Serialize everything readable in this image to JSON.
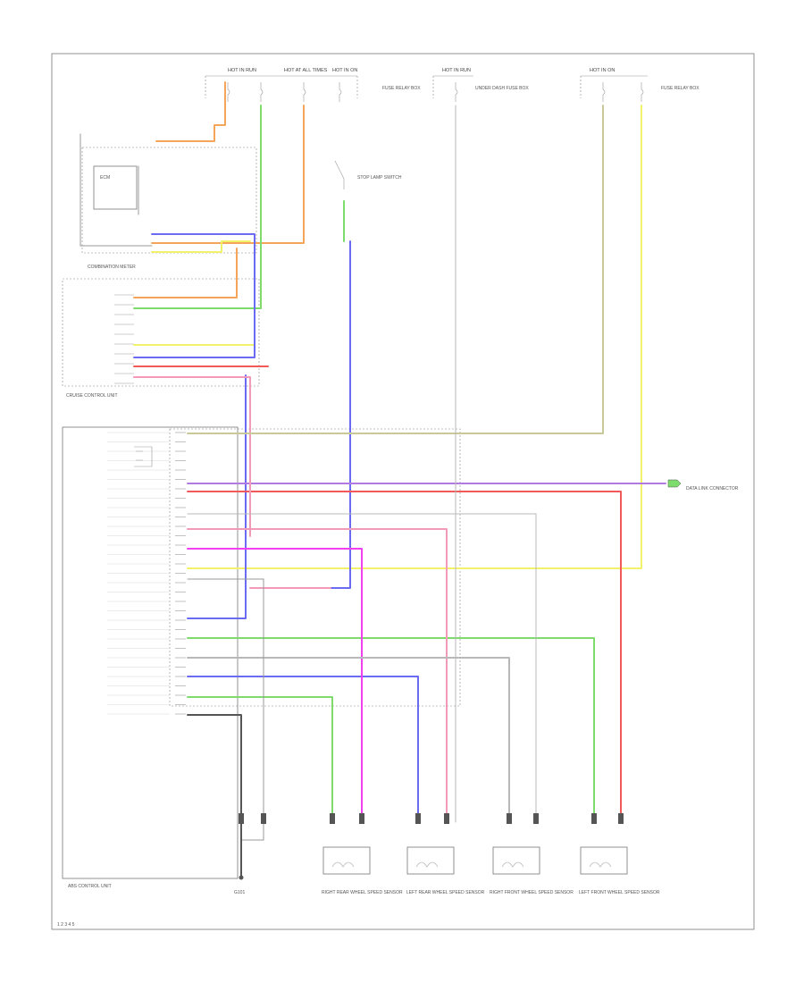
{
  "colors": {
    "orange": "#f5a55a",
    "green": "#7ddc6c",
    "yellow": "#f2f26a",
    "blue": "#6a6af2",
    "violet": "#b07ae0",
    "pink": "#f29ab8",
    "red": "#f25a5a",
    "magenta": "#f040f0",
    "olive": "#c8c898",
    "gray": "#b8b8b8",
    "black": "#444444",
    "frame": "#777777"
  },
  "fuse_headers": [
    "HOT IN RUN",
    "HOT AT ALL TIMES",
    "HOT IN ON",
    "HOT IN RUN",
    "HOT IN ON"
  ],
  "fuse_notes": [
    "FUSE RELAY BOX",
    "UNDER DASH FUSE BOX",
    "FUSE RELAY BOX"
  ],
  "labels": {
    "combination_meter": "COMBINATION METER",
    "ecm": "ECM",
    "cruise_control_unit": "CRUISE CONTROL UNIT",
    "stop_switch": "STOP LAMP SWITCH",
    "data_link": "DATA LINK CONNECTOR",
    "abs_unit": "ABS CONTROL UNIT",
    "ground": "G101",
    "sensor_1": "RIGHT REAR WHEEL SPEED SENSOR",
    "sensor_2": "LEFT REAR WHEEL SPEED SENSOR",
    "sensor_3": "RIGHT FRONT WHEEL SPEED SENSOR",
    "sensor_4": "LEFT FRONT WHEEL SPEED SENSOR",
    "footer_code": "1 2 3 4 5"
  }
}
